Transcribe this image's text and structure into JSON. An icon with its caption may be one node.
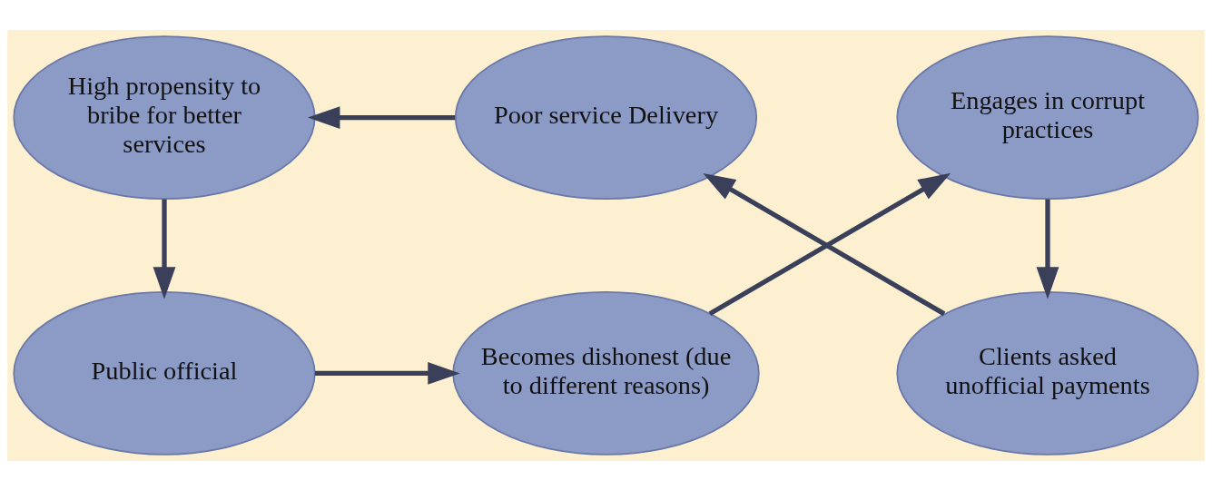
{
  "diagram": {
    "nodes": [
      {
        "text": [
          "Public official"
        ]
      },
      {
        "text": [
          "Becomes dishonest (due to different reasons)"
        ]
      },
      {
        "text": [
          "Engages in corrupt practices"
        ]
      },
      {
        "text": [
          "Clients asked unofficial payments"
        ]
      },
      {
        "text": [
          "Poor service Delivery"
        ]
      },
      {
        "text": [
          "High propensity to bribe for better services"
        ]
      }
    ],
    "edges": [
      {
        "from": 0,
        "to": 1,
        "arrow": "to"
      },
      {
        "from": 1,
        "to": 2,
        "arrow": "to"
      },
      {
        "from": 2,
        "to": 3,
        "arrow": "to"
      },
      {
        "from": 3,
        "to": 4,
        "arrow": "to"
      },
      {
        "from": 4,
        "to": 5,
        "arrow": "to"
      },
      {
        "from": 5,
        "to": 0,
        "arrow": "to"
      }
    ]
  }
}
